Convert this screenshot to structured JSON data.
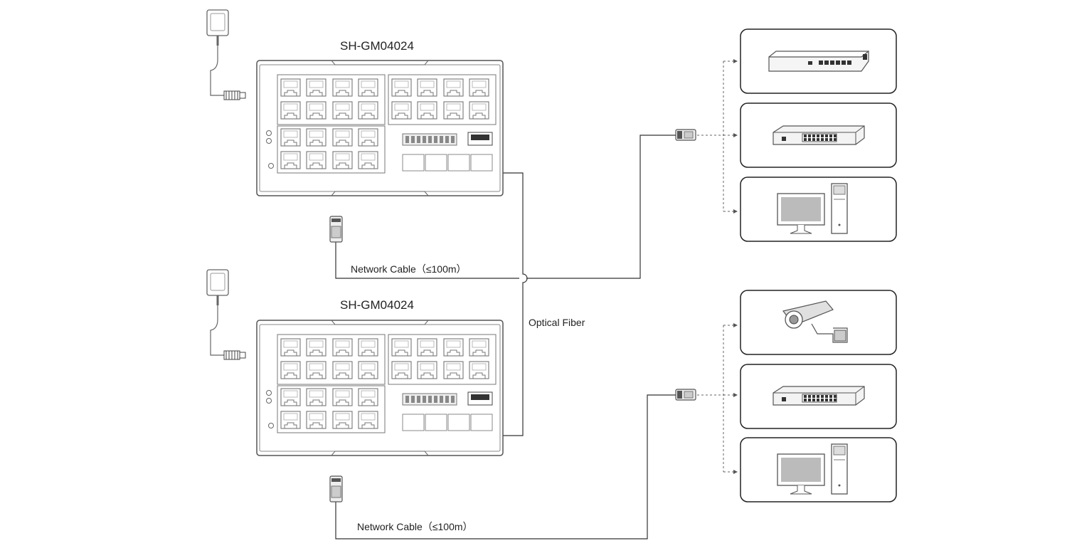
{
  "switches": [
    {
      "model": "SH-GM04024",
      "cable_label": "Network Cable（≤100m）"
    },
    {
      "model": "SH-GM04024",
      "cable_label": "Network Cable（≤100m）"
    }
  ],
  "fiber_label": "Optical Fiber",
  "devices_group_1": [
    {
      "icon": "router-icon"
    },
    {
      "icon": "switch-icon"
    },
    {
      "icon": "desktop-pc-icon"
    }
  ],
  "devices_group_2": [
    {
      "icon": "ip-camera-icon"
    },
    {
      "icon": "switch-icon"
    },
    {
      "icon": "desktop-pc-icon"
    }
  ],
  "colors": {
    "line": "#333333",
    "device_stroke": "#555555",
    "port": "#777777",
    "box_border": "#222222"
  }
}
